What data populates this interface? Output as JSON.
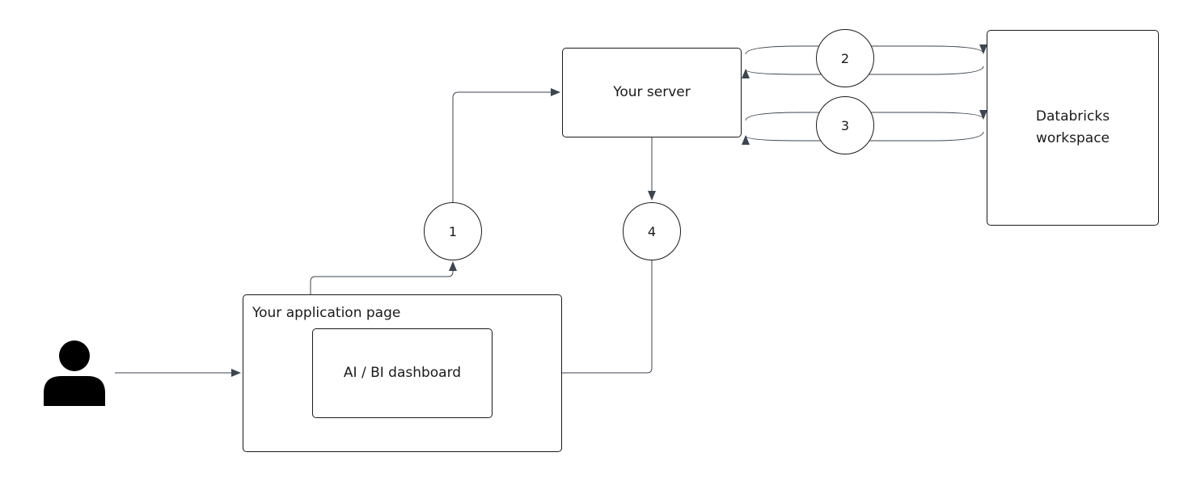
{
  "nodes": {
    "server": {
      "label": "Your server"
    },
    "workspace": {
      "label": "Databricks\nworkspace"
    },
    "app_page": {
      "label": "Your application page"
    },
    "dashboard": {
      "label": "AI / BI dashboard"
    }
  },
  "steps": [
    "1",
    "2",
    "3",
    "4"
  ],
  "icons": {
    "user": "user-icon"
  },
  "colors": {
    "stroke": "#1a1a1a",
    "arrow": "#3c4650",
    "background": "#ffffff"
  }
}
